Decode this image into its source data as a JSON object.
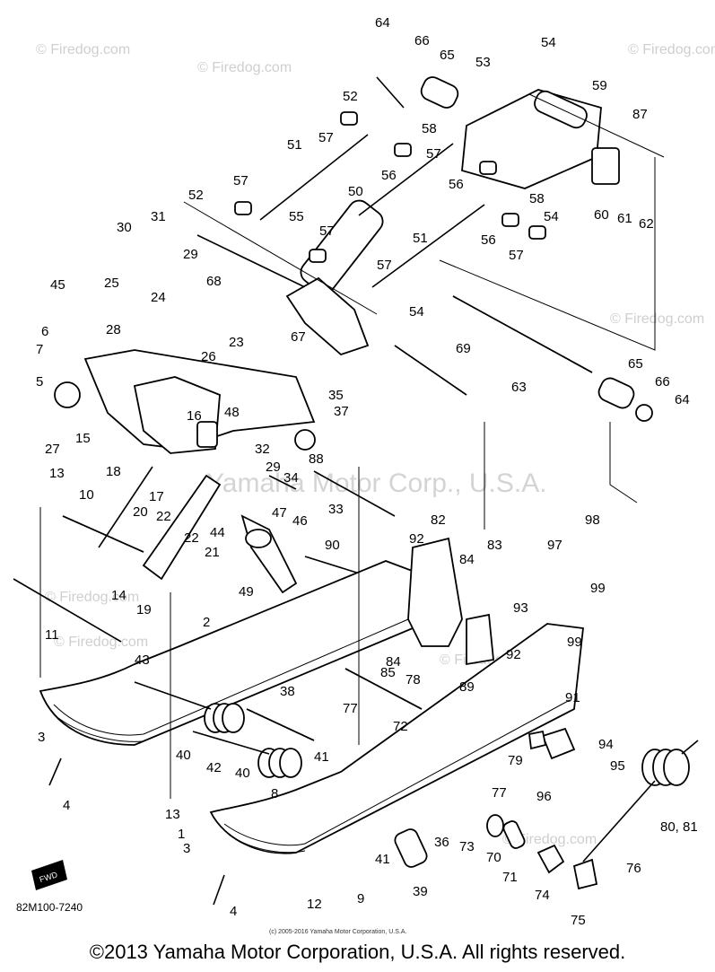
{
  "diagram": {
    "watermarks": {
      "site": "© Firedog.com",
      "center": "Yamaha Motor Corp., U.S.A.",
      "fine_copyright": "(c) 2005-2016 Yamaha Motor Corporation, U.S.A."
    },
    "drawing_code": "82M100-7240",
    "fwd_badge": "FWD",
    "copyright": "©2013 Yamaha Motor Corporation, U.S.A. All rights reserved.",
    "part_labels": [
      "64",
      "66",
      "65",
      "53",
      "54",
      "59",
      "87",
      "52",
      "58",
      "57",
      "51",
      "57",
      "56",
      "56",
      "58",
      "54",
      "60",
      "61",
      "62",
      "57",
      "52",
      "55",
      "50",
      "57",
      "51",
      "56",
      "57",
      "31",
      "30",
      "29",
      "68",
      "57",
      "45",
      "25",
      "24",
      "67",
      "54",
      "69",
      "6",
      "28",
      "26",
      "23",
      "63",
      "65",
      "66",
      "64",
      "7",
      "5",
      "48",
      "35",
      "37",
      "27",
      "15",
      "16",
      "32",
      "29",
      "88",
      "18",
      "34",
      "33",
      "13",
      "17",
      "22",
      "20",
      "47",
      "46",
      "90",
      "82",
      "92",
      "83",
      "98",
      "97",
      "10",
      "22",
      "21",
      "44",
      "84",
      "93",
      "99",
      "14",
      "49",
      "19",
      "11",
      "2",
      "92",
      "84",
      "85",
      "78",
      "89",
      "99",
      "43",
      "38",
      "91",
      "77",
      "72",
      "3",
      "40",
      "42",
      "40",
      "41",
      "94",
      "79",
      "77",
      "96",
      "95",
      "4",
      "8",
      "13",
      "36",
      "73",
      "70",
      "1",
      "71",
      "80, 81",
      "3",
      "41",
      "9",
      "39",
      "74",
      "76",
      "12",
      "4",
      "75"
    ]
  }
}
